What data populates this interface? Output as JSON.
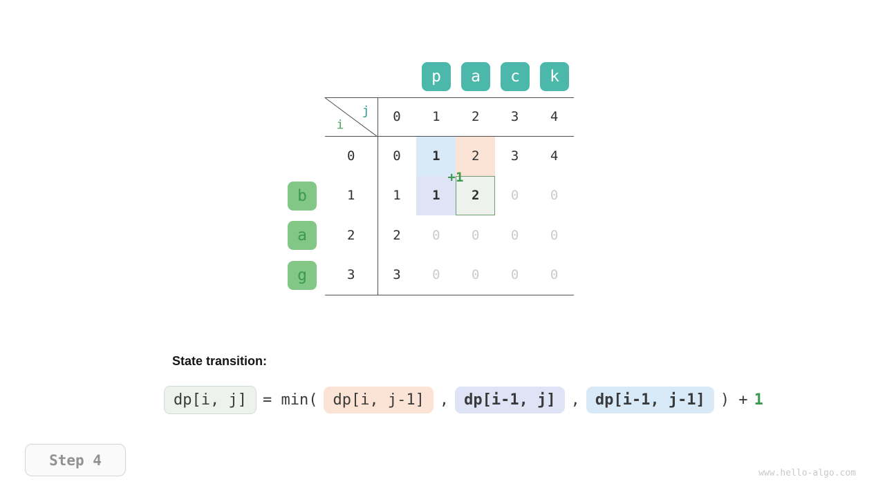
{
  "page": {
    "watermark": "www.hello-algo.com",
    "step_badge": "Step 4"
  },
  "top_word": {
    "letters": [
      "p",
      "a",
      "c",
      "k"
    ]
  },
  "left_word": {
    "letters": [
      "b",
      "a",
      "g"
    ]
  },
  "dp_table": {
    "col_index_label": "j",
    "row_index_label": "i",
    "col_headers": [
      "0",
      "1",
      "2",
      "3",
      "4"
    ],
    "rows": [
      {
        "i": "0",
        "cells": [
          {
            "t": "0"
          },
          {
            "t": "1",
            "s": "b"
          },
          {
            "t": "2"
          },
          {
            "t": "3"
          },
          {
            "t": "4"
          }
        ]
      },
      {
        "i": "1",
        "cells": [
          {
            "t": "1"
          },
          {
            "t": "1",
            "s": "b"
          },
          {
            "t": "2",
            "s": "b"
          },
          {
            "t": "0",
            "s": "dim"
          },
          {
            "t": "0",
            "s": "dim"
          }
        ]
      },
      {
        "i": "2",
        "cells": [
          {
            "t": "2"
          },
          {
            "t": "0",
            "s": "dim"
          },
          {
            "t": "0",
            "s": "dim"
          },
          {
            "t": "0",
            "s": "dim"
          },
          {
            "t": "0",
            "s": "dim"
          }
        ]
      },
      {
        "i": "3",
        "cells": [
          {
            "t": "3"
          },
          {
            "t": "0",
            "s": "dim"
          },
          {
            "t": "0",
            "s": "dim"
          },
          {
            "t": "0",
            "s": "dim"
          },
          {
            "t": "0",
            "s": "dim"
          }
        ]
      }
    ],
    "plus_annotation": "+1"
  },
  "transition": {
    "heading": "State transition:",
    "parts": [
      {
        "text": "dp[i, j]",
        "kind": "target-cell-badge"
      },
      {
        "text": "= min(",
        "kind": "plain"
      },
      {
        "text": "dp[i, j-1]",
        "kind": "left-cell-badge"
      },
      {
        "text": ",",
        "kind": "plain"
      },
      {
        "text": "dp[i-1, j]",
        "kind": "top-cell-badge"
      },
      {
        "text": ",",
        "kind": "plain"
      },
      {
        "text": "dp[i-1, j-1]",
        "kind": "diag-cell-badge"
      },
      {
        "text": ") +",
        "kind": "plain"
      },
      {
        "text": "1",
        "kind": "increment-value"
      }
    ]
  },
  "colors": {
    "teal_chip": "#4cb8ab",
    "green_chip": "#82c785",
    "text": "#2f2f2f",
    "dim_text": "#c9cdc9",
    "line": "#4f4f4f",
    "j_label": "#2d9c8e",
    "i_label": "#4fa25a",
    "accent_green": "#3d9950",
    "hl_blue": "#d8e9f8",
    "hl_peach": "#fbe4d5",
    "hl_lavender": "#dfe3f6",
    "hl_green_bg": "#edf2ec",
    "hl_green_border": "#6f9a72",
    "badge_green_border": "#cfdfcf",
    "formula_text": "#3a3a3a",
    "step_text": "#8f9193",
    "step_border": "#d4d4d4",
    "step_bg": "#fafafa",
    "watermark": "#c6cac8"
  }
}
